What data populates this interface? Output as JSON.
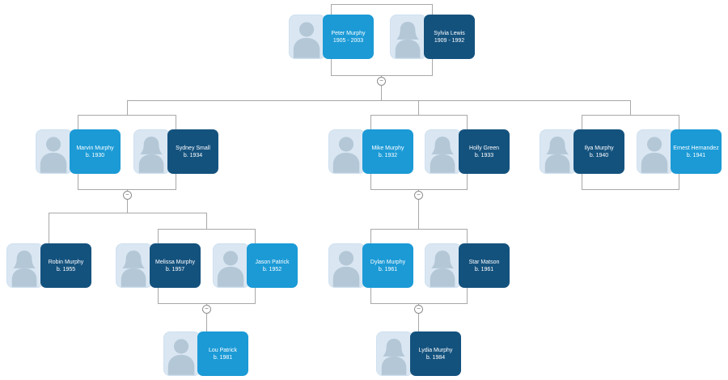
{
  "colors": {
    "panel_light_blue": "#1b9ad6",
    "panel_dark_blue": "#14527e",
    "avatar_background": "#dae7f3",
    "avatar_silhouette": "#b4c7d6",
    "connector_line": "#a8a8a8",
    "text": "#ffffff"
  },
  "toggle_glyph": "−",
  "people": [
    {
      "name": "Peter Murphy",
      "years": "1905 - 2003",
      "gender": "male",
      "panel": "light-blue"
    },
    {
      "name": "Sylvia Lewis",
      "years": "1909 - 1992",
      "gender": "female",
      "panel": "dark-blue"
    },
    {
      "name": "Marvin Murphy",
      "years": "b. 1930",
      "gender": "male",
      "panel": "light-blue"
    },
    {
      "name": "Sydney Small",
      "years": "b. 1934",
      "gender": "female",
      "panel": "dark-blue"
    },
    {
      "name": "Mike Murphy",
      "years": "b. 1932",
      "gender": "male",
      "panel": "light-blue"
    },
    {
      "name": "Holly Green",
      "years": "b. 1933",
      "gender": "female",
      "panel": "dark-blue"
    },
    {
      "name": "Ilya Murphy",
      "years": "b. 1940",
      "gender": "female",
      "panel": "dark-blue"
    },
    {
      "name": "Ernest Hernandez",
      "years": "b. 1941",
      "gender": "male",
      "panel": "light-blue"
    },
    {
      "name": "Robin Murphy",
      "years": "b. 1955",
      "gender": "female",
      "panel": "dark-blue"
    },
    {
      "name": "Melissa Murphy",
      "years": "b. 1957",
      "gender": "female",
      "panel": "dark-blue"
    },
    {
      "name": "Jason Patrick",
      "years": "b. 1952",
      "gender": "male",
      "panel": "light-blue"
    },
    {
      "name": "Dylan Murphy",
      "years": "b. 1961",
      "gender": "male",
      "panel": "light-blue"
    },
    {
      "name": "Star Matson",
      "years": "b. 1961",
      "gender": "female",
      "panel": "dark-blue"
    },
    {
      "name": "Lou Patrick",
      "years": "b. 1981",
      "gender": "male",
      "panel": "light-blue"
    },
    {
      "name": "Lydia Murphy",
      "years": "b. 1984",
      "gender": "female",
      "panel": "dark-blue"
    }
  ],
  "unions": [
    {
      "partners": [
        "Peter Murphy",
        "Sylvia Lewis"
      ],
      "children": [
        "Marvin Murphy",
        "Mike Murphy",
        "Ilya Murphy"
      ],
      "collapsed": false
    },
    {
      "partners": [
        "Marvin Murphy",
        "Sydney Small"
      ],
      "children": [
        "Robin Murphy",
        "Melissa Murphy"
      ],
      "collapsed": false
    },
    {
      "partners": [
        "Mike Murphy",
        "Holly Green"
      ],
      "children": [
        "Dylan Murphy"
      ],
      "collapsed": false
    },
    {
      "partners": [
        "Ilya Murphy",
        "Ernest Hernandez"
      ],
      "children": [],
      "collapsed": false
    },
    {
      "partners": [
        "Melissa Murphy",
        "Jason Patrick"
      ],
      "children": [
        "Lou Patrick"
      ],
      "collapsed": false
    },
    {
      "partners": [
        "Dylan Murphy",
        "Star Matson"
      ],
      "children": [
        "Lydia Murphy"
      ],
      "collapsed": false
    }
  ]
}
